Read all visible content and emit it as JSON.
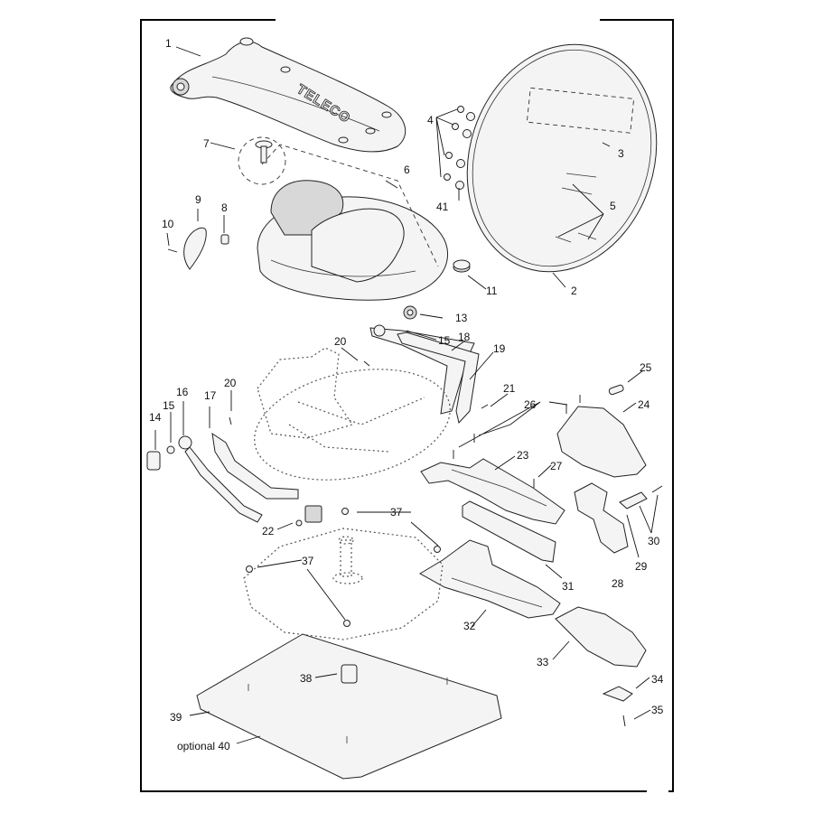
{
  "diagram": {
    "title": "",
    "brand_text": "TELECO",
    "labels": {
      "p1": "1",
      "p2": "2",
      "p3": "3",
      "p4": "4",
      "p5": "5",
      "p6": "6",
      "p7": "7",
      "p8": "8",
      "p9": "9",
      "p10": "10",
      "p11": "11",
      "p13": "13",
      "p14": "14",
      "p15a": "15",
      "p15b": "15",
      "p16": "16",
      "p17": "17",
      "p18": "18",
      "p19": "19",
      "p20a": "20",
      "p20b": "20",
      "p21": "21",
      "p22": "22",
      "p23": "23",
      "p24": "24",
      "p25": "25",
      "p26": "26",
      "p27": "27",
      "p28": "28",
      "p29": "29",
      "p30": "30",
      "p31": "31",
      "p32": "32",
      "p33": "33",
      "p34": "34",
      "p35": "35",
      "p37a": "37",
      "p37b": "37",
      "p38": "38",
      "p39": "39",
      "p40": "optional 40",
      "p41": "41"
    }
  }
}
